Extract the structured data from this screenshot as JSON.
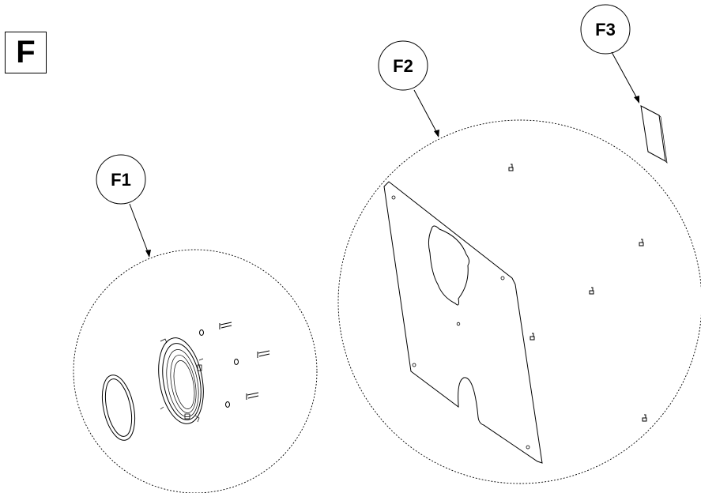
{
  "section_label": "F",
  "callouts": [
    {
      "id": "F1",
      "label": "F1"
    },
    {
      "id": "F2",
      "label": "F2"
    },
    {
      "id": "F3",
      "label": "F3"
    }
  ],
  "colors": {
    "line": "#000000",
    "background": "#ffffff"
  }
}
